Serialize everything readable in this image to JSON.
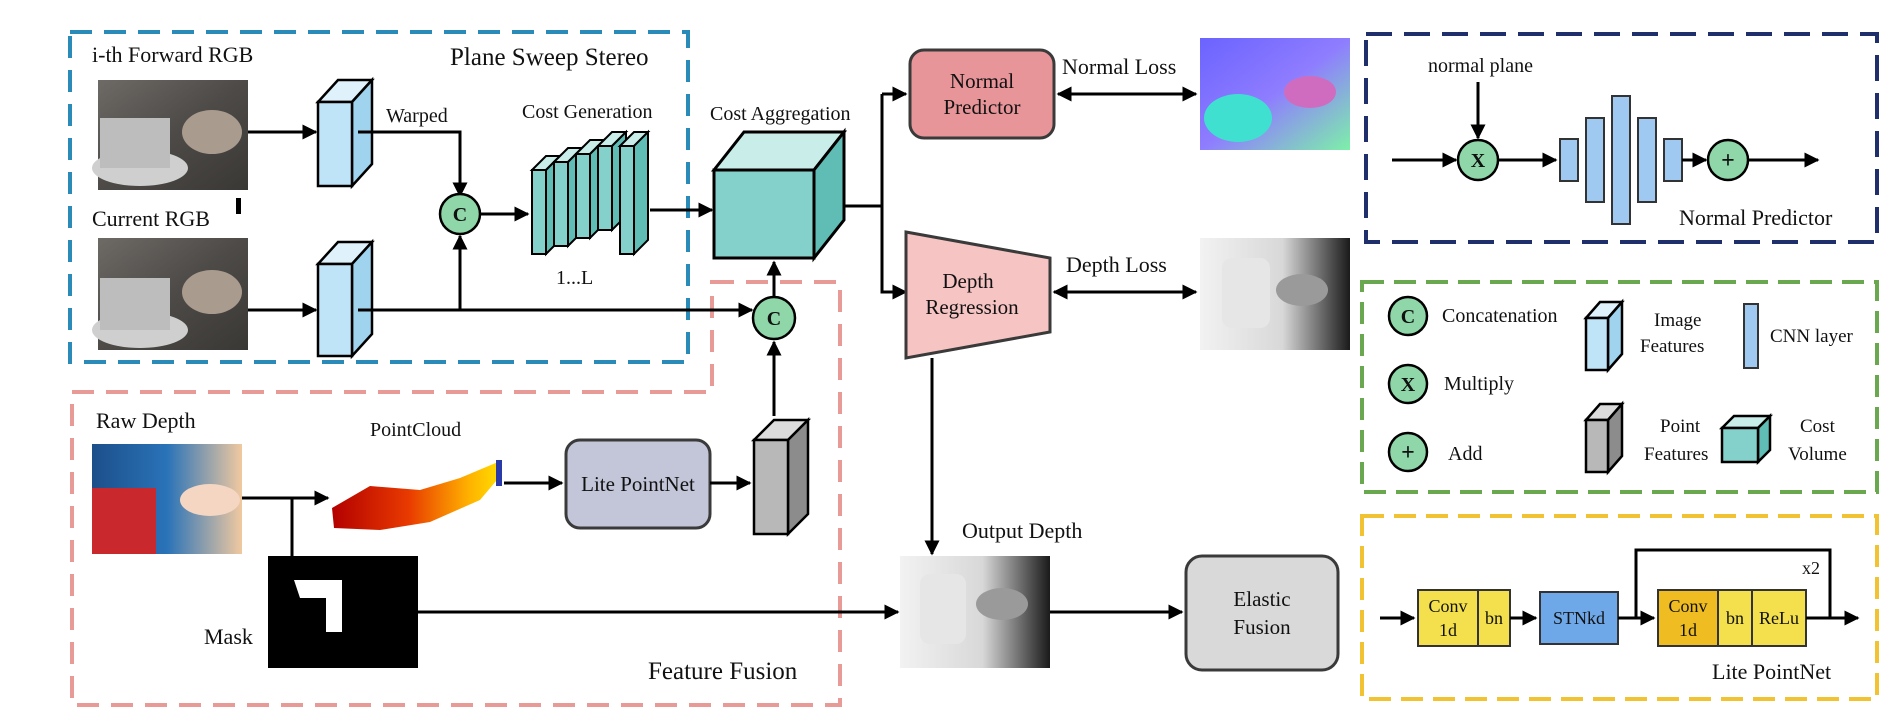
{
  "panels": {
    "plane_sweep": "Plane Sweep Stereo",
    "feature_fusion": "Feature Fusion",
    "normal_predictor": "Normal Predictor",
    "lite_pointnet": "Lite PointNet"
  },
  "labels": {
    "forward_rgb": "i-th Forward RGB",
    "current_rgb": "Current RGB",
    "warped": "Warped",
    "cost_generation": "Cost Generation",
    "cost_range": "1...L",
    "cost_aggregation": "Cost Aggregation",
    "raw_depth": "Raw Depth",
    "pointcloud": "PointCloud",
    "mask": "Mask",
    "output_depth": "Output Depth",
    "normal_loss": "Normal Loss",
    "depth_loss": "Depth Loss",
    "normal_plane": "normal plane",
    "x2": "x2"
  },
  "nodes": {
    "normal_predictor": [
      "Normal",
      "Predictor"
    ],
    "depth_regression": [
      "Depth",
      "Regression"
    ],
    "lite_pointnet": "Lite PointNet",
    "elastic_fusion": [
      "Elastic",
      "Fusion"
    ],
    "conv1d_a": [
      "Conv",
      "1d"
    ],
    "bn_a": "bn",
    "stnkd": "STNkd",
    "conv1d_b": [
      "Conv",
      "1d"
    ],
    "bn_b": "bn",
    "relu": "ReLu"
  },
  "symbols": {
    "concat": "C",
    "multiply": "X",
    "add": "+"
  },
  "legend": {
    "concatenation": "Concatenation",
    "multiply": "Multiply",
    "add": "Add",
    "image_features": [
      "Image",
      "Features"
    ],
    "point_features": [
      "Point",
      "Features"
    ],
    "cnn_layer": "CNN layer",
    "cost_volume": [
      "Cost",
      "Volume"
    ]
  },
  "colors": {
    "plane_sweep_border": "#2a8ab8",
    "feature_fusion_border": "#e89a96",
    "normal_panel_border": "#1f2f6b",
    "legend_border": "#6aa84f",
    "pointnet_border": "#f1c232",
    "image_feature": "#bfe3f7",
    "point_feature": "#b8b8b8",
    "cost_volume": "#84d1cb",
    "cnn_layer": "#9fc9f0",
    "symbol": "#8fd7a8",
    "normal_predictor_fill": "#e8959a",
    "depth_regression_fill": "#f6c4c3",
    "lite_pointnet_fill": "#c3c6d9",
    "elastic_fusion_fill": "#d9d9d9",
    "conv_fill": "#f4e04d",
    "conv_b_fill": "#efbd22",
    "stnkd_fill": "#6fa8e8"
  }
}
